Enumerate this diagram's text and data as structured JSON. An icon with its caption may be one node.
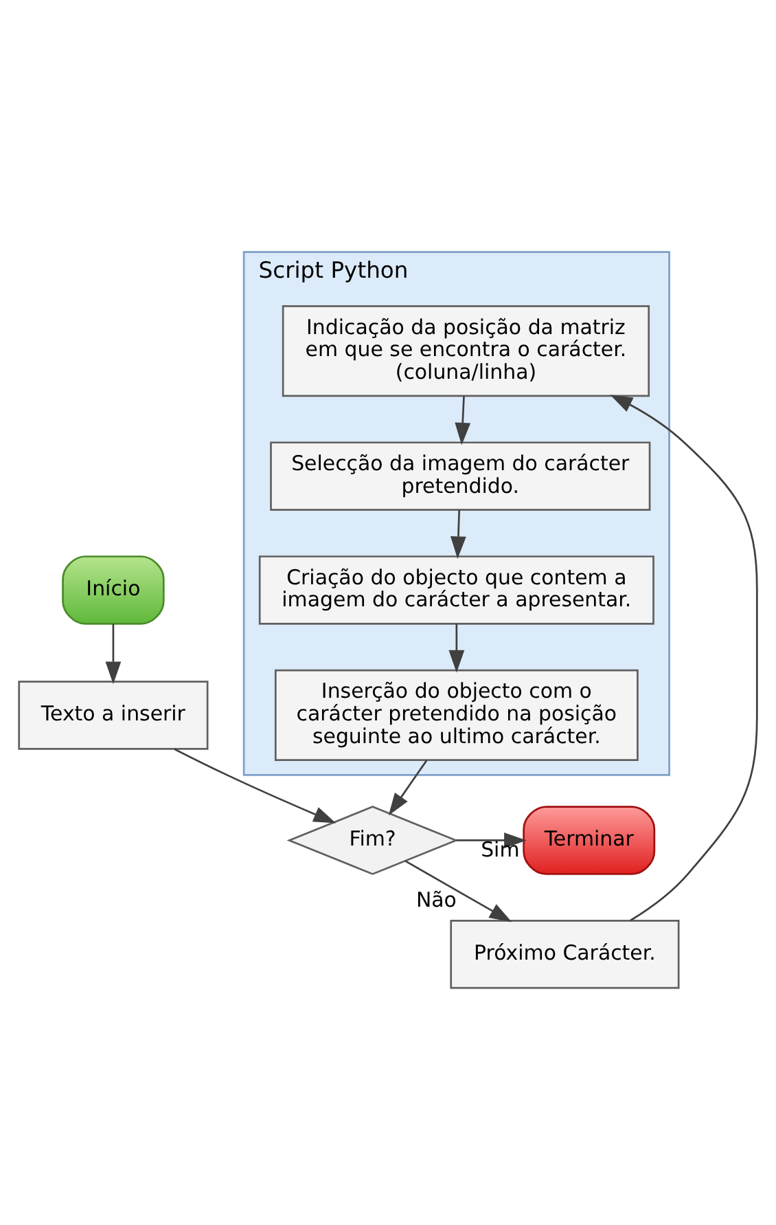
{
  "diagram": {
    "nodes": [
      {
        "text": [
          "Início"
        ]
      },
      {
        "text": [
          "Texto a inserir"
        ]
      },
      {
        "text": [
          "Fim?"
        ]
      },
      {
        "text": [
          "Terminar"
        ]
      },
      {
        "text": [
          "Próximo Carácter."
        ]
      },
      {
        "text": [
          "Script Python"
        ]
      },
      {
        "text": [
          "Indicação da posição da matriz em que se encontra o carácter. (coluna/linha)"
        ],
        "in": 5
      },
      {
        "text": [
          "Selecção da imagem do carácter pretendido."
        ],
        "in": 5
      },
      {
        "text": [
          "Criação do objecto que contem a imagem do carácter a apresentar."
        ],
        "in": 5
      },
      {
        "text": [
          "Inserção do objecto com o carácter pretendido na posição seguinte ao ultimo carácter."
        ],
        "in": 5
      }
    ],
    "edges": [
      {
        "from": 0,
        "to": 1,
        "arrow": "to"
      },
      {
        "from": 1,
        "to": 2,
        "arrow": "to"
      },
      {
        "from": 2,
        "to": 3,
        "arrow": "to",
        "label": "Sim"
      },
      {
        "from": 2,
        "to": 4,
        "arrow": "to",
        "label": "Não"
      },
      {
        "from": 4,
        "to": 6,
        "arrow": "to"
      },
      {
        "from": 6,
        "to": 7,
        "arrow": "to"
      },
      {
        "from": 7,
        "to": 8,
        "arrow": "to"
      },
      {
        "from": 8,
        "to": 9,
        "arrow": "to"
      },
      {
        "from": 9,
        "to": 2,
        "arrow": "to"
      }
    ]
  }
}
